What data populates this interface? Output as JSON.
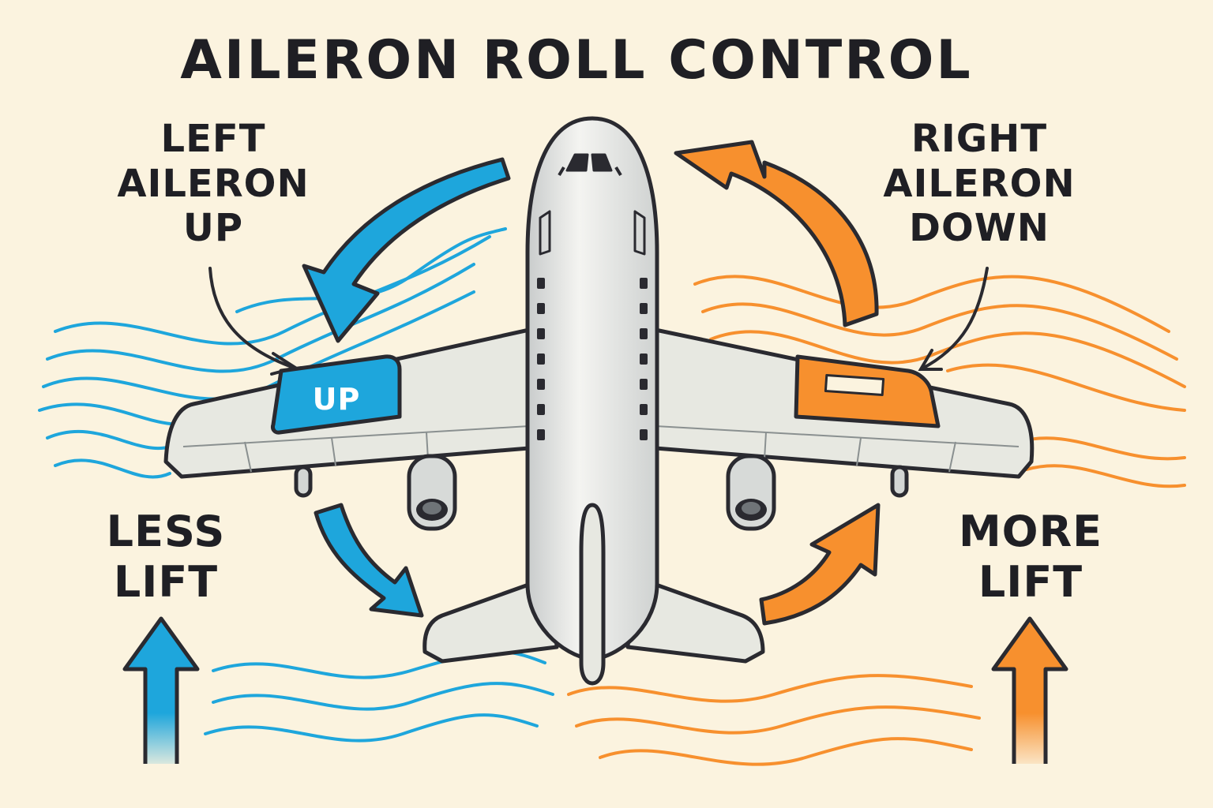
{
  "title": "AILERON ROLL CONTROL",
  "left_label": "LEFT\nAILERON\nUP",
  "right_label": "RIGHT\nAILERON\nDOWN",
  "aileron_tag": "UP",
  "bottom_left_label": "LESS\nLIFT",
  "bottom_right_label": "MORE\nLIFT",
  "colors": {
    "background": "#fbf3df",
    "left_side": "#1ea6dc",
    "right_side": "#f7902e",
    "outline": "#2a2a30",
    "fuselage": "#e9eae6"
  },
  "icons": [
    "airplane-icon",
    "curved-arrow-icon",
    "up-arrow-icon",
    "airflow-lines-icon"
  ]
}
